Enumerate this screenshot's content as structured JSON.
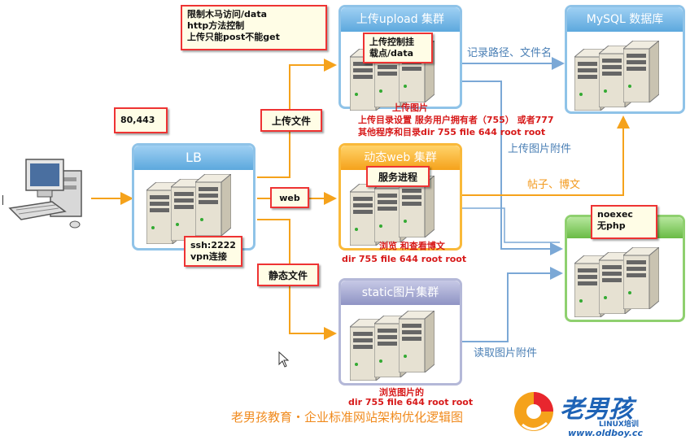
{
  "clusters": {
    "lb": {
      "title": "LB"
    },
    "upload": {
      "title": "上传upload 集群"
    },
    "web": {
      "title": "动态web 集群"
    },
    "static": {
      "title": "static图片集群"
    },
    "mysql": {
      "title": "MySQL 数据库"
    }
  },
  "notes": {
    "ports": "80,443",
    "upload_security": [
      "限制木马访问/data",
      "http方法控制",
      "上传只能post不能get"
    ],
    "mount": [
      "上传控制挂",
      "载点/data"
    ],
    "service_process": "服务进程",
    "ssh": [
      "ssh:2222",
      "vpn连接"
    ],
    "noexec": [
      "noexec",
      "无php"
    ]
  },
  "edge_labels": {
    "upload_file": "上传文件",
    "web": "web",
    "static_file": "静态文件",
    "record_path": "记录路径、文件名",
    "upload_attachment": "上传图片附件",
    "posts": "帖子、博文",
    "read_attachment": "读取图片附件"
  },
  "red_texts": {
    "upload_image": "上传图片",
    "upload_dir": "上传目录设置 服务用户拥有者（755） 或者777",
    "other_dir": "其他程序和目录dir 755 file 644 root root",
    "browse_blog": "浏览 和查看博文",
    "web_perm": "dir 755 file 644 root root",
    "browse_image": "浏览图片的",
    "static_perm": "dir 755 file 644 root root"
  },
  "footer": {
    "title": "老男孩教育・企业标准网站架构优化逻辑图",
    "logo_text": "老男孩",
    "logo_sub": "LINUX培训",
    "logo_url": "www.oldboy.cc"
  },
  "colors": {
    "accent_orange": "#f5a21b",
    "line_blue": "#7ba8d6",
    "note_red": "#e33333",
    "footer_orange": "#f08a1c"
  }
}
